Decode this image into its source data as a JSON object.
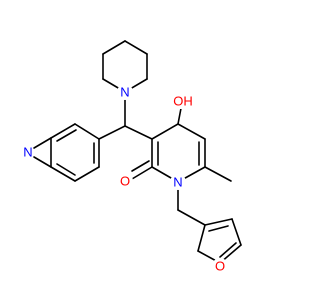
{
  "colors": {
    "background": "#ffffff",
    "bond": "#000000",
    "carbon": "#000000",
    "nitrogen": "#0000ff",
    "oxygen": "#ff0000"
  },
  "atoms": {
    "piperidine_n": {
      "symbol": "N",
      "color": "#0000ff"
    },
    "hydroxyl_o": {
      "symbol": "OH",
      "color": "#ff0000"
    },
    "pyridine_n": {
      "symbol": "N",
      "color": "#0000ff"
    },
    "carbonyl_o": {
      "symbol": "O",
      "color": "#ff0000"
    },
    "ring_n": {
      "symbol": "N",
      "color": "#0000ff"
    },
    "furan_o": {
      "symbol": "O",
      "color": "#ff0000"
    }
  }
}
